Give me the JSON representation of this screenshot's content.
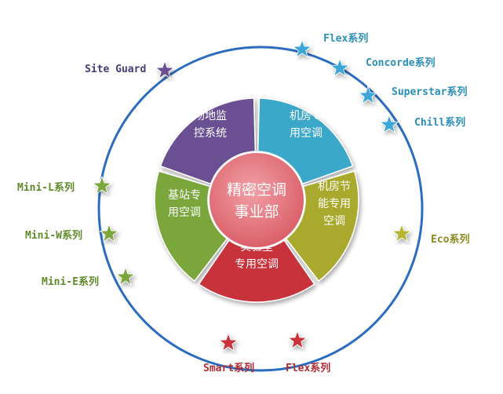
{
  "center": {
    "lines": [
      "精密空调",
      "事业部"
    ]
  },
  "segments": [
    {
      "id": "monitor",
      "lines": [
        "场地监",
        "控系统"
      ],
      "color": "#6b4f93"
    },
    {
      "id": "machine-room",
      "lines": [
        "机房专",
        "用空调"
      ],
      "color": "#3aa7c9"
    },
    {
      "id": "energy-saving",
      "lines": [
        "机房节",
        "能专用",
        "空调"
      ],
      "color": "#a9a92f"
    },
    {
      "id": "lab",
      "lines": [
        "实验室",
        "专用空调"
      ],
      "color": "#c8303a"
    },
    {
      "id": "base-station",
      "lines": [
        "基站专",
        "用空调"
      ],
      "color": "#7aa63a"
    }
  ],
  "labels": [
    {
      "id": "flex-top",
      "text": "Flex系列",
      "color": "#2a8fb8"
    },
    {
      "id": "concorde",
      "text": "Concorde系列",
      "color": "#2a8fb8"
    },
    {
      "id": "superstar",
      "text": "Superstar系列",
      "color": "#2a8fb8"
    },
    {
      "id": "chill",
      "text": "Chill系列",
      "color": "#2a8fb8"
    },
    {
      "id": "site-guard",
      "text": "Site Guard",
      "color": "#4a3a7a"
    },
    {
      "id": "mini-l",
      "text": "Mini-L系列",
      "color": "#5f8a2a"
    },
    {
      "id": "mini-w",
      "text": "Mini-W系列",
      "color": "#5f8a2a"
    },
    {
      "id": "mini-e",
      "text": "Mini-E系列",
      "color": "#5f8a2a"
    },
    {
      "id": "eco",
      "text": "Eco系列",
      "color": "#8a8a20"
    },
    {
      "id": "smart",
      "text": "Smart系列",
      "color": "#b02a32"
    },
    {
      "id": "flex-bottom",
      "text": "Flex系列",
      "color": "#b02a32"
    }
  ],
  "stars": [
    {
      "id": "flex-top",
      "color": "#3aa7d9"
    },
    {
      "id": "concorde",
      "color": "#3aa7d9"
    },
    {
      "id": "superstar",
      "color": "#3aa7d9"
    },
    {
      "id": "chill",
      "color": "#3aa7d9"
    },
    {
      "id": "site-guard",
      "color": "#6b4f93"
    },
    {
      "id": "mini-l",
      "color": "#7aa63a"
    },
    {
      "id": "mini-w",
      "color": "#7aa63a"
    },
    {
      "id": "mini-e",
      "color": "#7aa63a"
    },
    {
      "id": "eco",
      "color": "#b5b530"
    },
    {
      "id": "smart",
      "color": "#c8303a"
    },
    {
      "id": "flex-bottom",
      "color": "#c8303a"
    }
  ],
  "ring_color": "#2b6cc0",
  "center_color": "#e06a73"
}
